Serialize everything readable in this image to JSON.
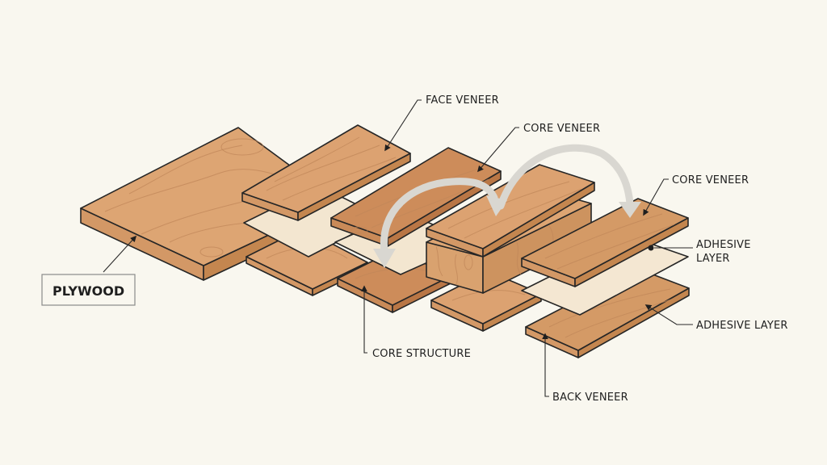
{
  "diagram": {
    "subject": "Plywood layer construction (exploded view)",
    "colors": {
      "background": "#f9f7ef",
      "wood_top": "#dca271",
      "wood_side": "#c98a58",
      "wood_dark": "#b97645",
      "adhesive": "#f1e3cc",
      "arrow": "#d8d6d0",
      "outline": "#262626"
    },
    "labels": {
      "plywood": "PLYWOOD",
      "face_veneer": "FACE VENEER",
      "core_veneer_top": "CORE VENEER",
      "core_veneer_right": "CORE VENEER",
      "adhesive_layer_line1": "ADHESIVE",
      "adhesive_layer_line2": "LAYER",
      "adhesive_layer_lower": "ADHESIVE LAYER",
      "core_structure": "CORE STRUCTURE",
      "back_veneer": "BACK VENEER"
    },
    "components": [
      {
        "id": "plywood-panel",
        "label": "PLYWOOD"
      },
      {
        "id": "face-veneer",
        "label": "FACE VENEER"
      },
      {
        "id": "core-veneer-center",
        "label": "CORE VENEER"
      },
      {
        "id": "core-block",
        "label": "CORE STRUCTURE"
      },
      {
        "id": "core-veneer-right",
        "label": "CORE VENEER"
      },
      {
        "id": "adhesive-layer-upper",
        "label": "ADHESIVE LAYER"
      },
      {
        "id": "adhesive-layer-lower",
        "label": "ADHESIVE LAYER"
      },
      {
        "id": "back-veneer",
        "label": "BACK VENEER"
      }
    ],
    "flow_arrows": 3
  }
}
